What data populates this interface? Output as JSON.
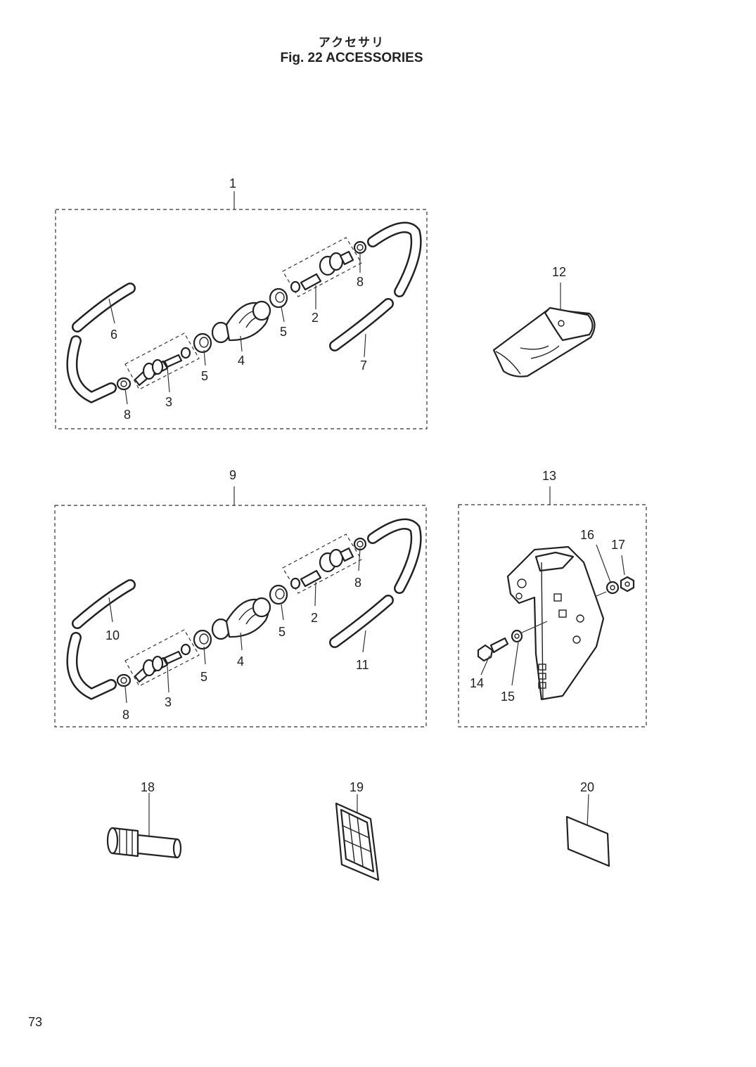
{
  "header": {
    "title_jp": "アクセサリ",
    "title_en": "Fig. 22   ACCESSORIES"
  },
  "page_number": "73",
  "callouts": {
    "c1": "1",
    "c2a": "2",
    "c3a": "3",
    "c4a": "4",
    "c5a": "5",
    "c5b": "5",
    "c6": "6",
    "c7": "7",
    "c8a": "8",
    "c8b": "8",
    "c9": "9",
    "c2b": "2",
    "c3b": "3",
    "c4b": "4",
    "c5c": "5",
    "c5d": "5",
    "c10": "10",
    "c11": "11",
    "c8c": "8",
    "c8d": "8",
    "c12": "12",
    "c13": "13",
    "c14": "14",
    "c15": "15",
    "c16": "16",
    "c17": "17",
    "c18": "18",
    "c19": "19",
    "c20": "20"
  }
}
